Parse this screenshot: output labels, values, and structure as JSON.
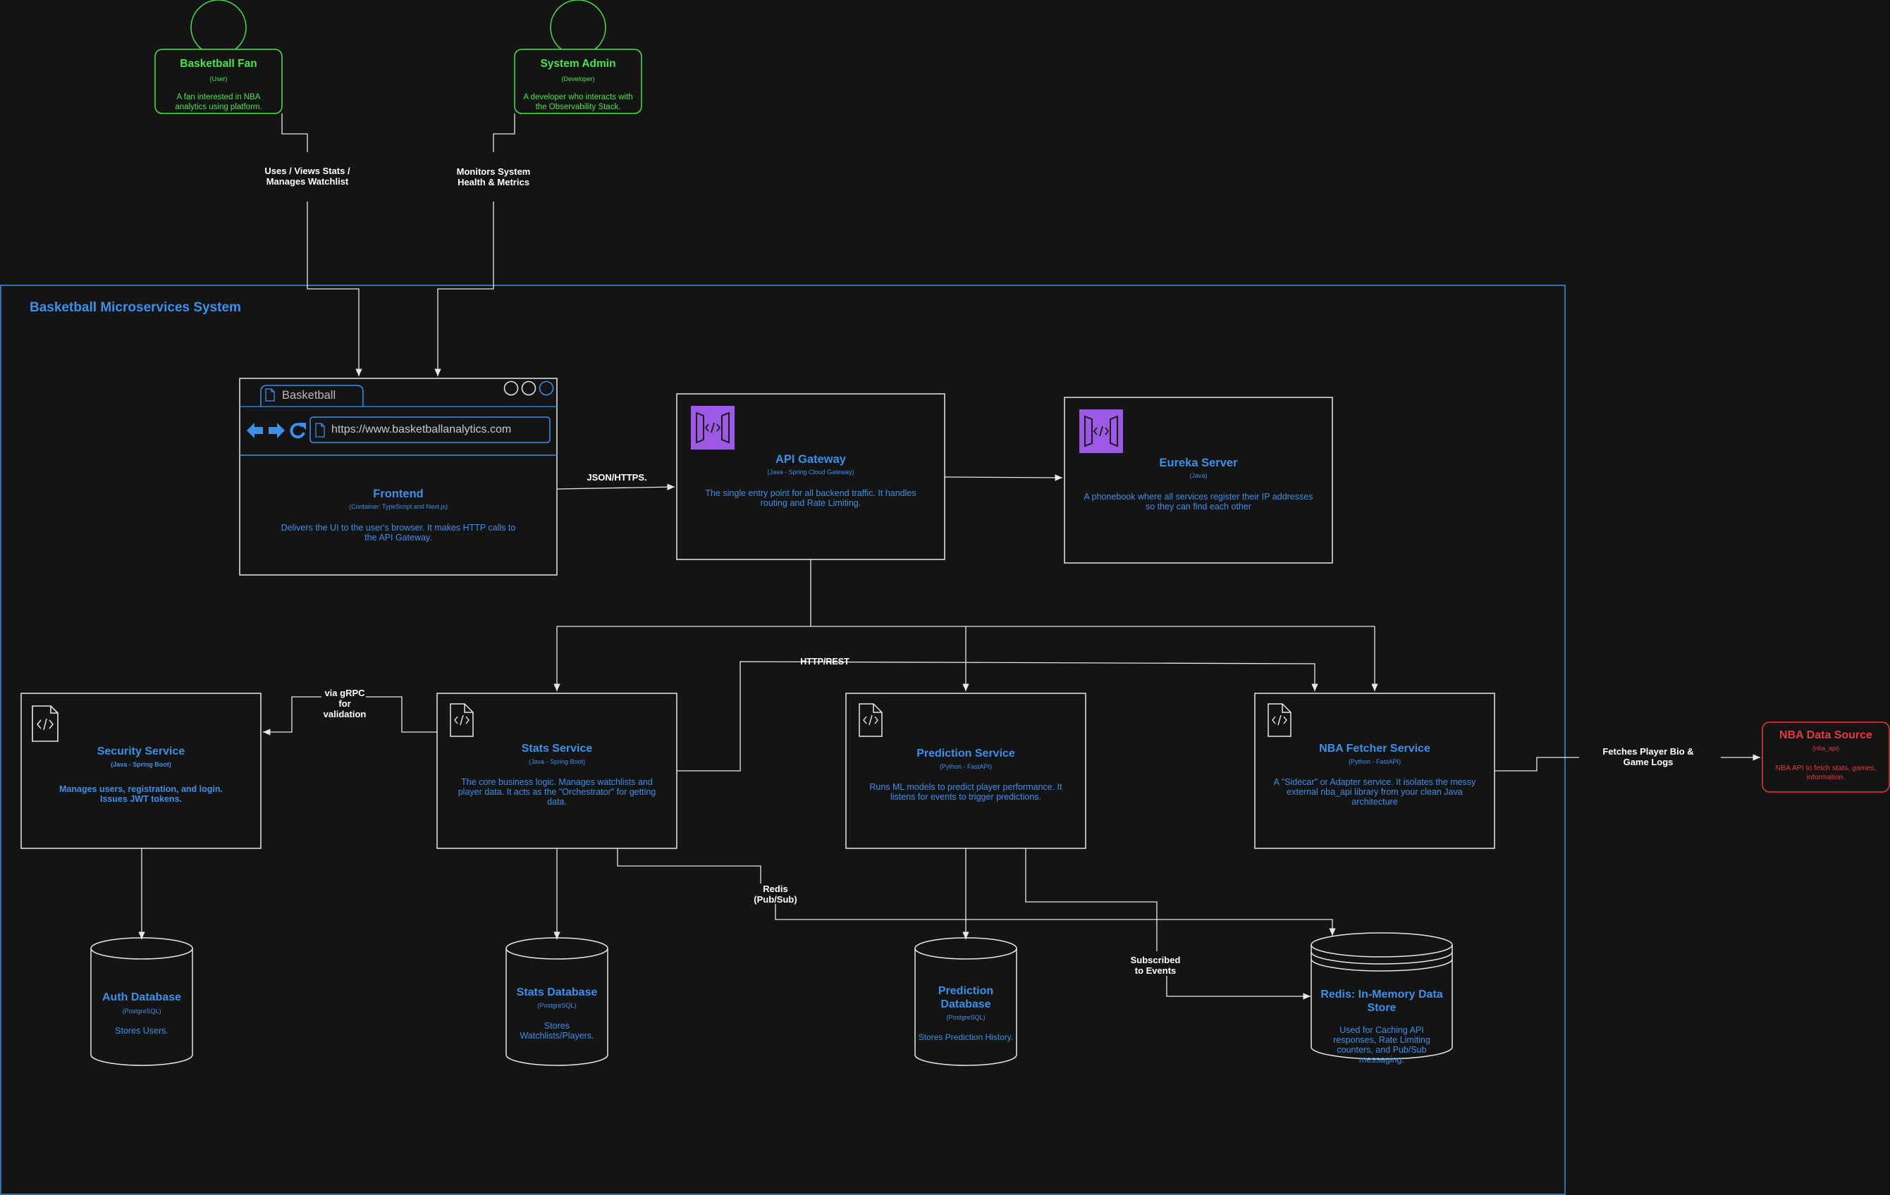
{
  "colors": {
    "background": "#141414",
    "accent_blue": "#3d8fe8",
    "person_green": "#4ae34a",
    "external_red": "#e6393b",
    "purple_icon": "#9b59e6",
    "line": "#e8e8e8"
  },
  "persons": [
    {
      "id": "fan",
      "title": "Basketball Fan",
      "type": "(User)",
      "desc": "A fan interested in NBA analytics using platform."
    },
    {
      "id": "admin",
      "title": "System Admin",
      "type": "(Developer)",
      "desc": "A developer who interacts with the Observability Stack."
    }
  ],
  "boundary": {
    "title": "Basketball Microservices System"
  },
  "browser": {
    "tab_label": "Basketball",
    "url": "https://www.basketballanalytics.com",
    "icons": [
      "back-arrow-icon",
      "forward-arrow-icon",
      "reload-icon",
      "page-icon"
    ]
  },
  "containers": {
    "frontend": {
      "title": "Frontend",
      "tech": "(Container: TypeScript and Next.js)",
      "desc": "Delivers the UI to the user's browser. It makes HTTP calls to the API Gateway."
    },
    "gateway": {
      "title": "API Gateway",
      "tech": "(Java - Spring Cloud Gateway)",
      "desc": "The single entry point for all backend traffic. It handles routing and Rate Limiting."
    },
    "eureka": {
      "title": "Eureka Server",
      "tech": "(Java)",
      "desc": "A phonebook where all services register their IP addresses so they can find each other"
    },
    "security": {
      "title": "Security Service",
      "tech": "(Java - Spring Boot)",
      "desc": "Manages users, registration, and login. Issues JWT tokens."
    },
    "stats": {
      "title": "Stats Service",
      "tech": "(Java - Spring Boot)",
      "desc": "The core business logic. Manages watchlists and player data. It acts as the \"Orchestrator\" for getting data."
    },
    "prediction": {
      "title": "Prediction Service",
      "tech": "(Python - FastAPI)",
      "desc": "Runs ML models to predict player performance. It listens for events to trigger predictions."
    },
    "fetcher": {
      "title": "NBA Fetcher Service",
      "tech": "(Python - FastAPI)",
      "desc": "A \"Sidecar\" or Adapter service. It isolates the messy external nba_api library from your clean Java architecture"
    }
  },
  "databases": {
    "auth": {
      "title": "Auth Database",
      "tech": "(PostgreSQL)",
      "desc": "Stores Users."
    },
    "stats": {
      "title": "Stats Database",
      "tech": "(PostgreSQL)",
      "desc": "Stores Watchlists/Players."
    },
    "prediction": {
      "title_line1": "Prediction",
      "title_line2": "Database",
      "tech": "(PostgreSQL)",
      "desc": "Stores Prediction History."
    },
    "redis": {
      "title_line1": "Redis: In-Memory Data",
      "title_line2": "Store",
      "desc": "Used for Caching API responses, Rate Limiting counters, and Pub/Sub messaging."
    }
  },
  "external": {
    "title": "NBA Data Source",
    "tech": "(nba_api)",
    "desc": "NBA API to fetch stats, games, information."
  },
  "edges": {
    "fan_uses_1": "Uses / Views Stats /",
    "fan_uses_2": "Manages Watchlist",
    "admin_monitors_1": "Monitors System",
    "admin_monitors_2": "Health & Metrics",
    "json_https": "JSON/HTTPS.",
    "http_rest": "HTTP/REST",
    "grpc_1": "via gRPC",
    "grpc_2": "for",
    "grpc_3": "validation",
    "redis_pubsub_1": "Redis",
    "redis_pubsub_2": "(Pub/Sub)",
    "subscribed_1": "Subscribed",
    "subscribed_2": "to Events",
    "fetches_1": "Fetches Player Bio &",
    "fetches_2": "Game Logs"
  }
}
